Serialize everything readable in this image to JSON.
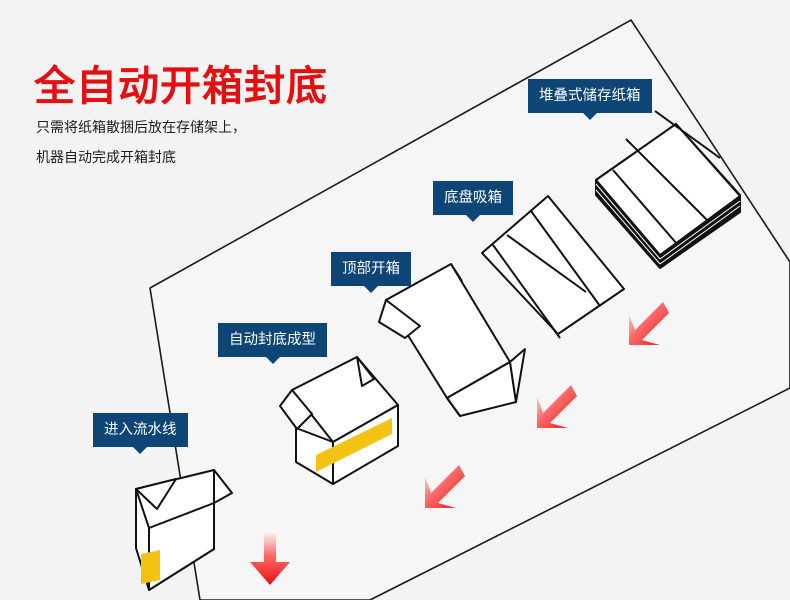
{
  "title": "全自动开箱封底",
  "description": [
    "只需将纸箱散捆后放在存储架上，",
    "机器自动完成开箱封底"
  ],
  "steps": [
    {
      "label": "堆叠式储存纸箱"
    },
    {
      "label": "底盘吸箱"
    },
    {
      "label": "顶部开箱"
    },
    {
      "label": "自动封底成型"
    },
    {
      "label": "进入流水线"
    }
  ],
  "colors": {
    "title": "#e50f0f",
    "label_bg": "#0d4577",
    "arrow": "#e8151c",
    "tape": "#f3c212",
    "background": "#f3f3f3"
  },
  "icons": [
    "box-stack-icon",
    "flat-box-icon",
    "opening-box-icon",
    "taped-box-icon",
    "open-box-icon",
    "down-arrow-icon"
  ]
}
